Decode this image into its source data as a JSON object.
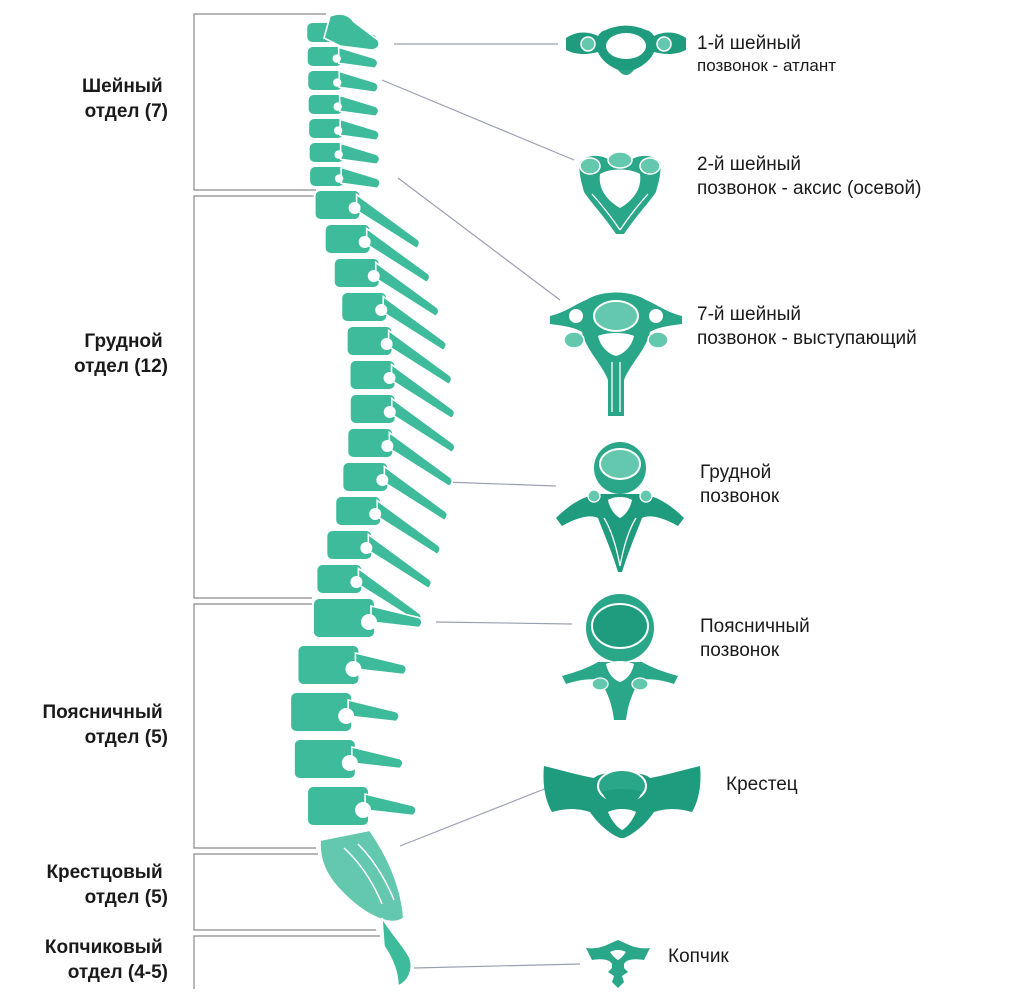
{
  "colors": {
    "teal": "#3dbb9b",
    "teal_dark": "#1f9b7d",
    "teal_mid": "#2aa688",
    "teal_light": "#63c8ad",
    "outline": "#ffffff",
    "text": "#1a1a1a",
    "bracket": "#8a8a8a",
    "leader": "#9aa0b0"
  },
  "sections": [
    {
      "id": "cervical",
      "line1": "Шейный",
      "line2": "отдел (7)"
    },
    {
      "id": "thoracic",
      "line1": "Грудной",
      "line2": "отдел (12)"
    },
    {
      "id": "lumbar",
      "line1": "Поясничный",
      "line2": "отдел (5)"
    },
    {
      "id": "sacral",
      "line1": "Крестцовый",
      "line2": "отдел (5)"
    },
    {
      "id": "coccygeal",
      "line1": "Копчиковый",
      "line2": "отдел (4-5)"
    }
  ],
  "vertebrae": [
    {
      "id": "atlas",
      "line1": "1-й шейный",
      "line2": "позвонок - атлант"
    },
    {
      "id": "axis",
      "line1": "2-й шейный",
      "line2": "позвонок - аксис (осевой)"
    },
    {
      "id": "c7",
      "line1": "7-й шейный",
      "line2": "позвонок - выступающий"
    },
    {
      "id": "thoracic",
      "line1": "Грудной",
      "line2": "позвонок"
    },
    {
      "id": "lumbar",
      "line1": "Поясничный",
      "line2": "позвонок"
    },
    {
      "id": "sacrum",
      "line1": "Крестец",
      "line2": ""
    },
    {
      "id": "coccyx",
      "line1": "Копчик",
      "line2": ""
    }
  ]
}
